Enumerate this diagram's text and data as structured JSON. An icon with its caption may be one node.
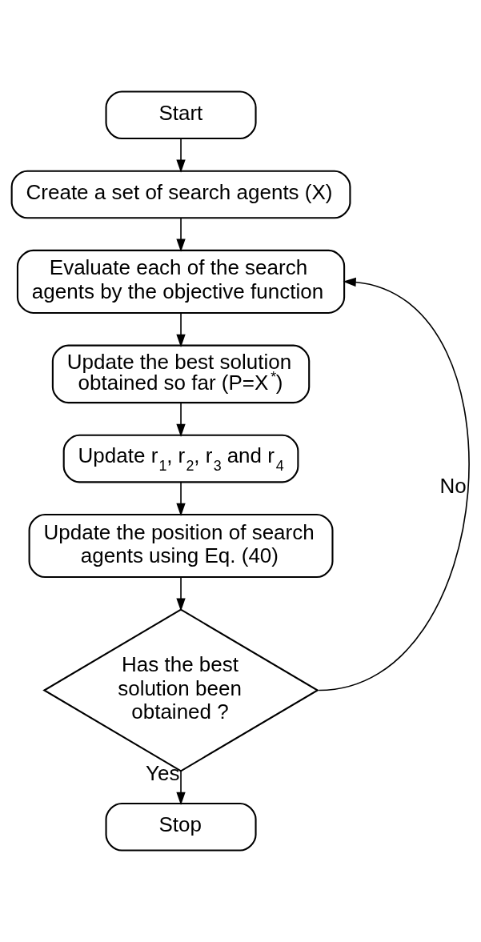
{
  "diagram": {
    "nodes": [
      {
        "text": [
          "Start"
        ]
      },
      {
        "text": [
          "Create a set of search agents (X)"
        ]
      },
      {
        "text": [
          "Evaluate each of the search agents by the objective function"
        ]
      },
      {
        "text": [
          "Update the best solution obtained so far (P=X$^{*}$)"
        ]
      },
      {
        "text": [
          "Update r$_{1}$, r$_{2}$, r$_{3}$ and r$_{4}$"
        ]
      },
      {
        "text": [
          "Update the position of search agents using Eq. (40)"
        ]
      },
      {
        "text": [
          "Has the best solution been obtained ?"
        ]
      },
      {
        "text": [
          "Stop"
        ]
      }
    ],
    "edges": [
      {
        "from": 0,
        "to": 1,
        "arrow": "to"
      },
      {
        "from": 1,
        "to": 2,
        "arrow": "to"
      },
      {
        "from": 2,
        "to": 3,
        "arrow": "to"
      },
      {
        "from": 3,
        "to": 4,
        "arrow": "to"
      },
      {
        "from": 4,
        "to": 5,
        "arrow": "to"
      },
      {
        "from": 5,
        "to": 6,
        "arrow": "to"
      },
      {
        "from": 6,
        "to": 7,
        "arrow": "to",
        "label": "Yes"
      },
      {
        "from": 6,
        "to": 2,
        "arrow": "to",
        "label": "No"
      }
    ]
  }
}
